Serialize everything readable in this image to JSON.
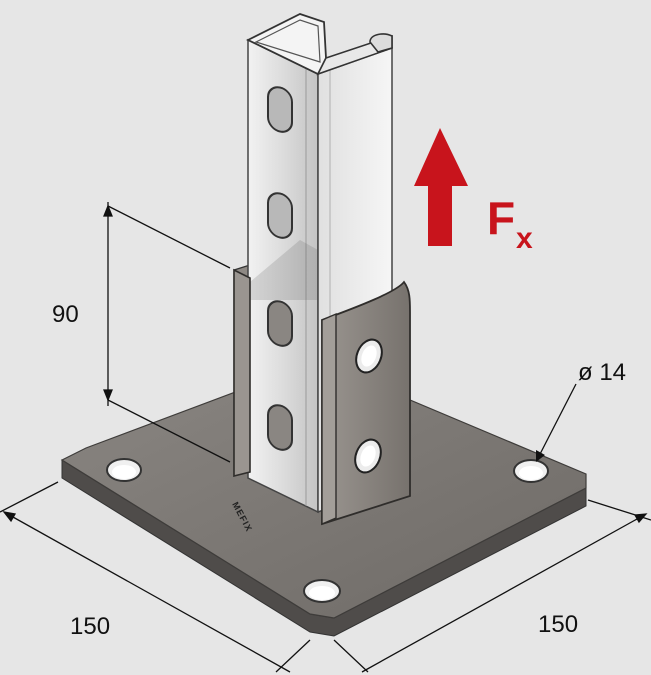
{
  "dimensions": {
    "height": "90",
    "hole_diameter": "ø 14",
    "width_left": "150",
    "width_right": "150"
  },
  "force": {
    "symbol": "F",
    "subscript": "x"
  },
  "brand": "MEFIX",
  "colors": {
    "background": "#e6e6e6",
    "plate": "#7e7a76",
    "plate_edge": "#4c4a48",
    "channel": "#d9d9d9",
    "sleeve": "#8a8580",
    "arrow": "#c8141c",
    "dimension_line": "#111111"
  }
}
